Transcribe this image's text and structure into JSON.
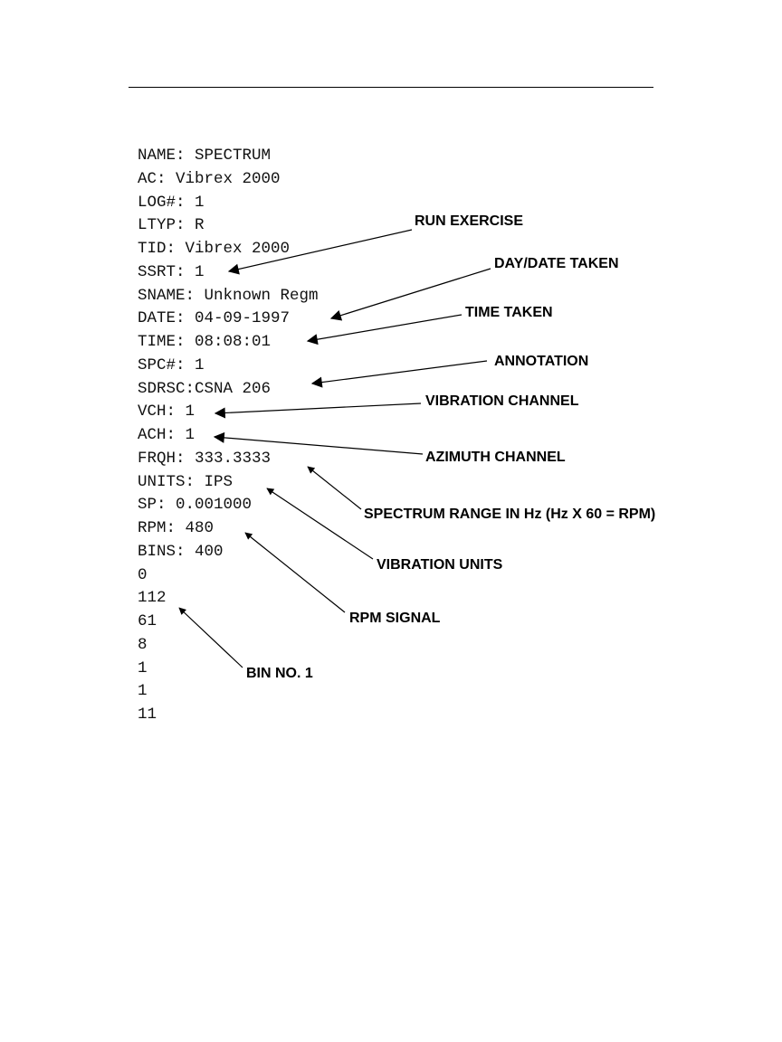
{
  "listing": [
    "NAME: SPECTRUM",
    "AC: Vibrex 2000",
    "LOG#: 1",
    "LTYP: R",
    "TID: Vibrex 2000",
    "SSRT: 1",
    "SNAME: Unknown Regm",
    "DATE: 04-09-1997",
    "TIME: 08:08:01",
    "SPC#: 1",
    "SDRSC:CSNA 206",
    "VCH: 1",
    "ACH: 1",
    "FRQH: 333.3333",
    "UNITS: IPS",
    "SP: 0.001000",
    "RPM: 480",
    "BINS: 400",
    "0",
    "112",
    "61",
    "8",
    "1",
    "1",
    "11"
  ],
  "callouts": {
    "run_exercise": "RUN EXERCISE",
    "day_date_taken": "DAY/DATE TAKEN",
    "time_taken": "TIME TAKEN",
    "annotation": "ANNOTATION",
    "vibration_channel": "VIBRATION CHANNEL",
    "azimuth_channel": "AZIMUTH CHANNEL",
    "spectrum_range": "SPECTRUM RANGE IN Hz (Hz X 60 = RPM)",
    "vibration_units": "VIBRATION UNITS",
    "rpm_signal": "RPM SIGNAL",
    "bin_no_1": "BIN NO. 1"
  }
}
